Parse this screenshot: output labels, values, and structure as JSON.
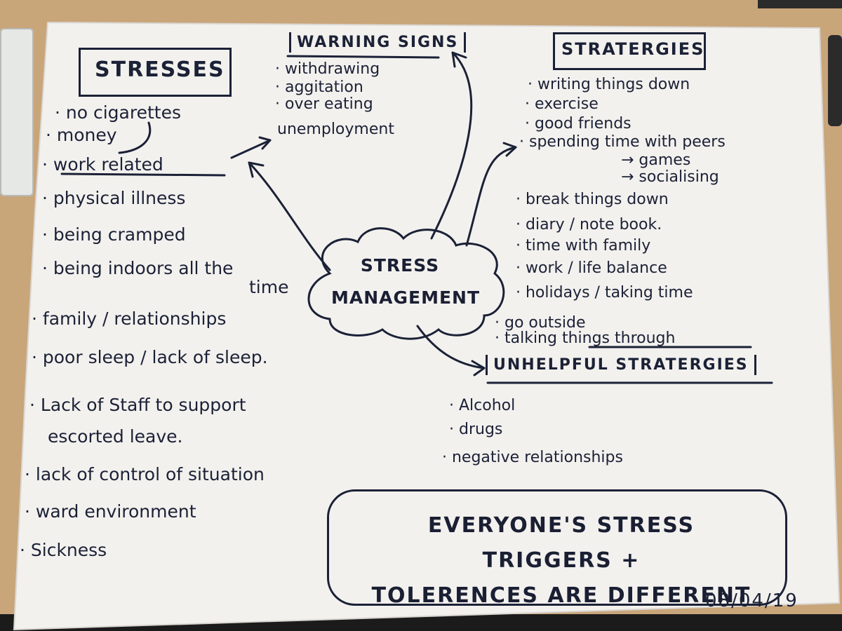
{
  "center": {
    "line1": "STRESS",
    "line2": "MANAGEMENT"
  },
  "stresses": {
    "title": "STRESSES",
    "items": [
      "· no cigarettes",
      "· money",
      "· work related",
      "· physical illness",
      "· being cramped",
      "· being indoors all the",
      "time",
      "· family / relationships",
      "· poor sleep / lack of sleep.",
      "· Lack of Staff to support",
      "escorted leave.",
      "· lack of control of situation",
      "· ward environment",
      "· Sickness"
    ]
  },
  "warning_signs": {
    "title": "WARNING SIGNS",
    "items": [
      "· withdrawing",
      "· aggitation",
      "· over eating",
      "unemployment"
    ]
  },
  "strategies": {
    "title": "STRATERGIES",
    "items": [
      "· writing things down",
      "· exercise",
      "· good friends",
      "· spending time with peers",
      "→ games",
      "→ socialising",
      "· break things down",
      "· diary / note book.",
      "· time with family",
      "· work / life balance",
      "· holidays / taking time",
      "· go outside",
      "· talking things through"
    ]
  },
  "unhelpful": {
    "title": "UNHELPFUL STRATERGIES",
    "items": [
      "· Alcohol",
      "· drugs",
      "· negative relationships"
    ]
  },
  "note": {
    "line1": "EVERYONE'S STRESS TRIGGERS +",
    "line2": "TOLERENCES ARE DIFFERENT"
  },
  "date": "08/04/19"
}
